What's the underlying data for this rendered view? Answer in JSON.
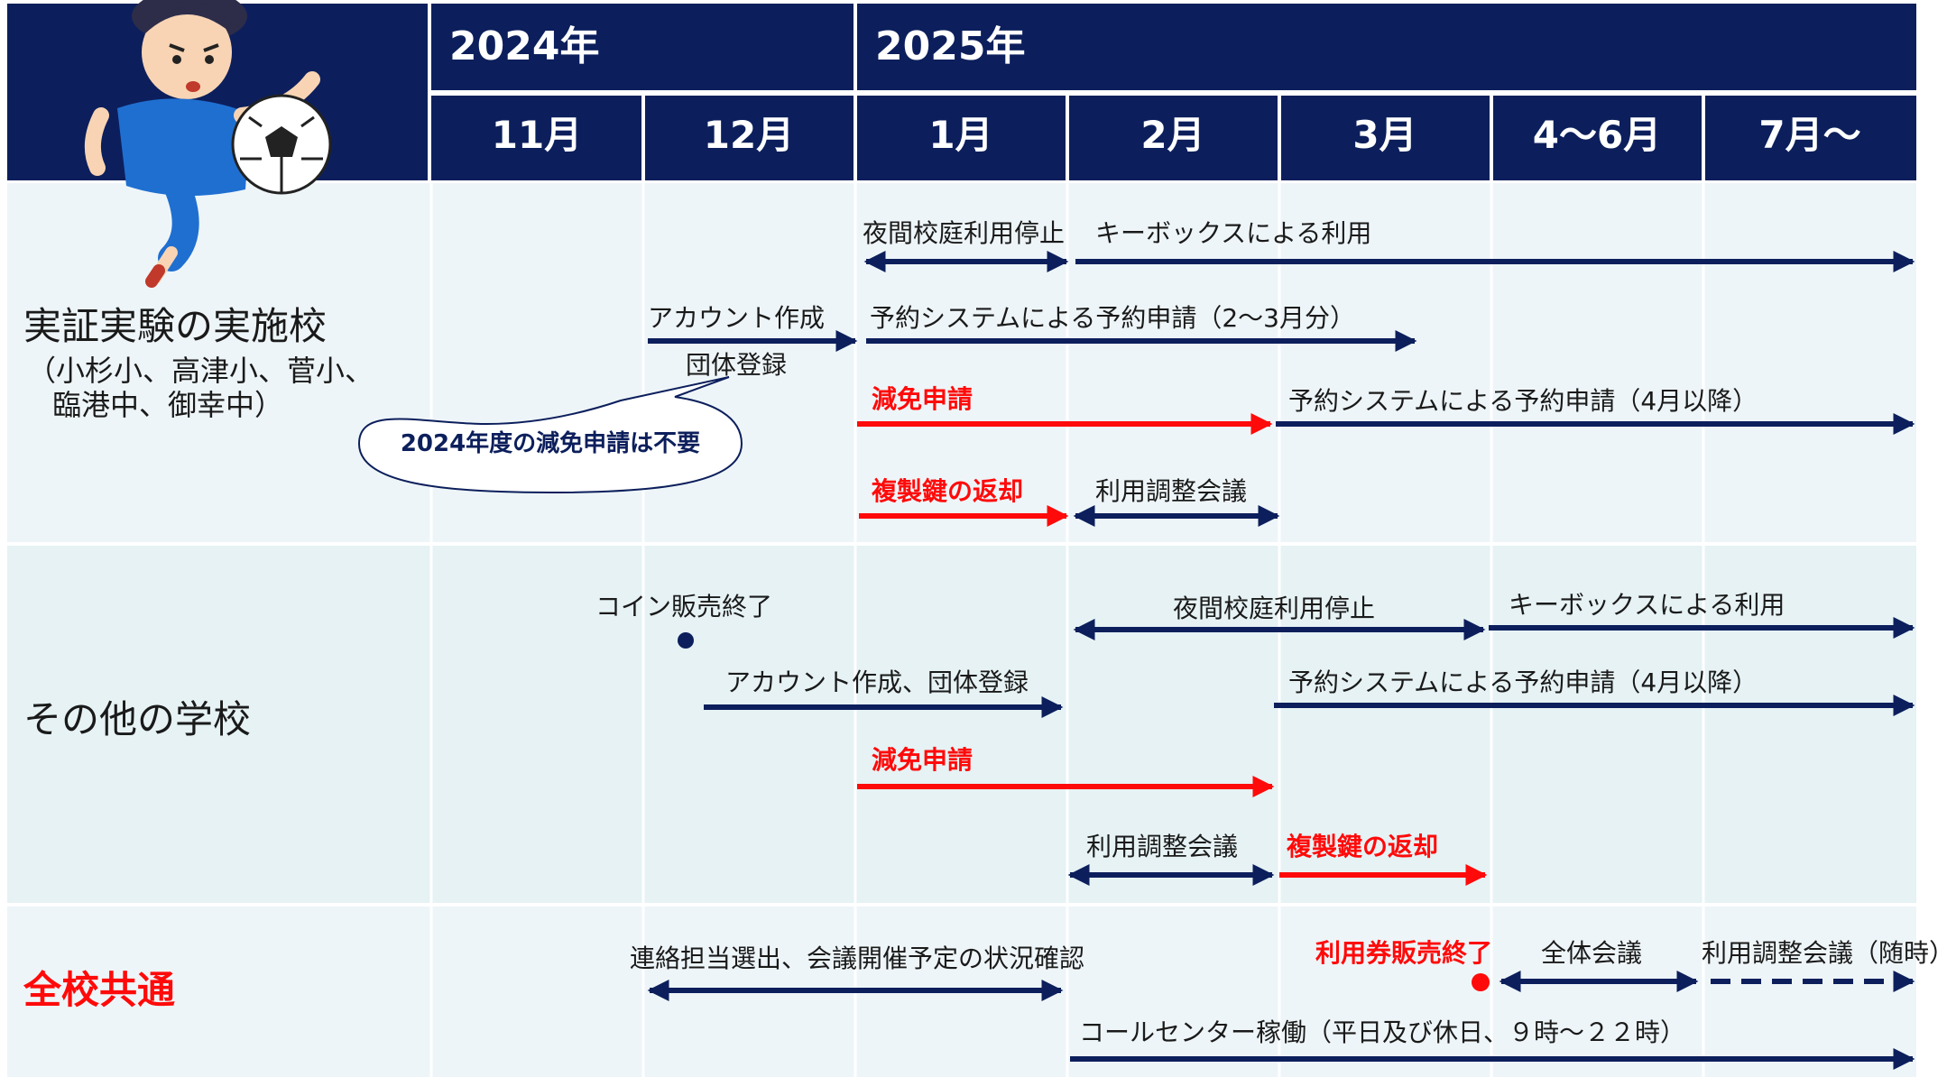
{
  "colors": {
    "navy": "#0c1f5c",
    "red": "#ff0a0a",
    "row_bg_a": "#eef5f8",
    "row_bg_b": "#e6f2f4",
    "grid": "#ffffff",
    "header_text": "#ffffff",
    "body_text": "#1a1a1a",
    "bubble_border": "#0c1f5c",
    "bubble_fill": "#ffffff"
  },
  "header": {
    "years": [
      "2024年",
      "2025年"
    ],
    "months": [
      "11月",
      "12月",
      "1月",
      "2月",
      "3月",
      "4〜6月",
      "7月〜"
    ]
  },
  "mascot": {
    "icon": "soccer-player-illustration"
  },
  "rows": {
    "pilot": {
      "title": "実証実験の実施校",
      "subtitle_line1": "（小杉小、高津小、菅小、",
      "subtitle_line2": "臨港中、御幸中）"
    },
    "other": {
      "title": "その他の学校"
    },
    "all": {
      "title": "全校共通"
    }
  },
  "callout": {
    "text": "2024年度の減免申請は不要"
  },
  "labels": {
    "p_night_stop": "夜間校庭利用停止",
    "p_keybox": "キーボックスによる利用",
    "p_account": "アカウント作成",
    "p_group": "団体登録",
    "p_reserve_23": "予約システムによる予約申請（2〜3月分）",
    "p_exemption": "減免申請",
    "p_reserve_apr": "予約システムによる予約申請（4月以降）",
    "p_key_return": "複製鍵の返却",
    "p_coord": "利用調整会議",
    "o_coin_end": "コイン販売終了",
    "o_night_stop": "夜間校庭利用停止",
    "o_keybox": "キーボックスによる利用",
    "o_account": "アカウント作成、団体登録",
    "o_reserve_apr": "予約システムによる予約申請（4月以降）",
    "o_exemption": "減免申請",
    "o_coord": "利用調整会議",
    "o_key_return": "複製鍵の返却",
    "a_contact": "連絡担当選出、会議開催予定の状況確認",
    "a_ticket_end": "利用券販売終了",
    "a_general_meeting": "全体会議",
    "a_coord_anytime": "利用調整会議（随時）",
    "a_call_center": "コールセンター稼働（平日及び休日、９時〜２２時）"
  }
}
